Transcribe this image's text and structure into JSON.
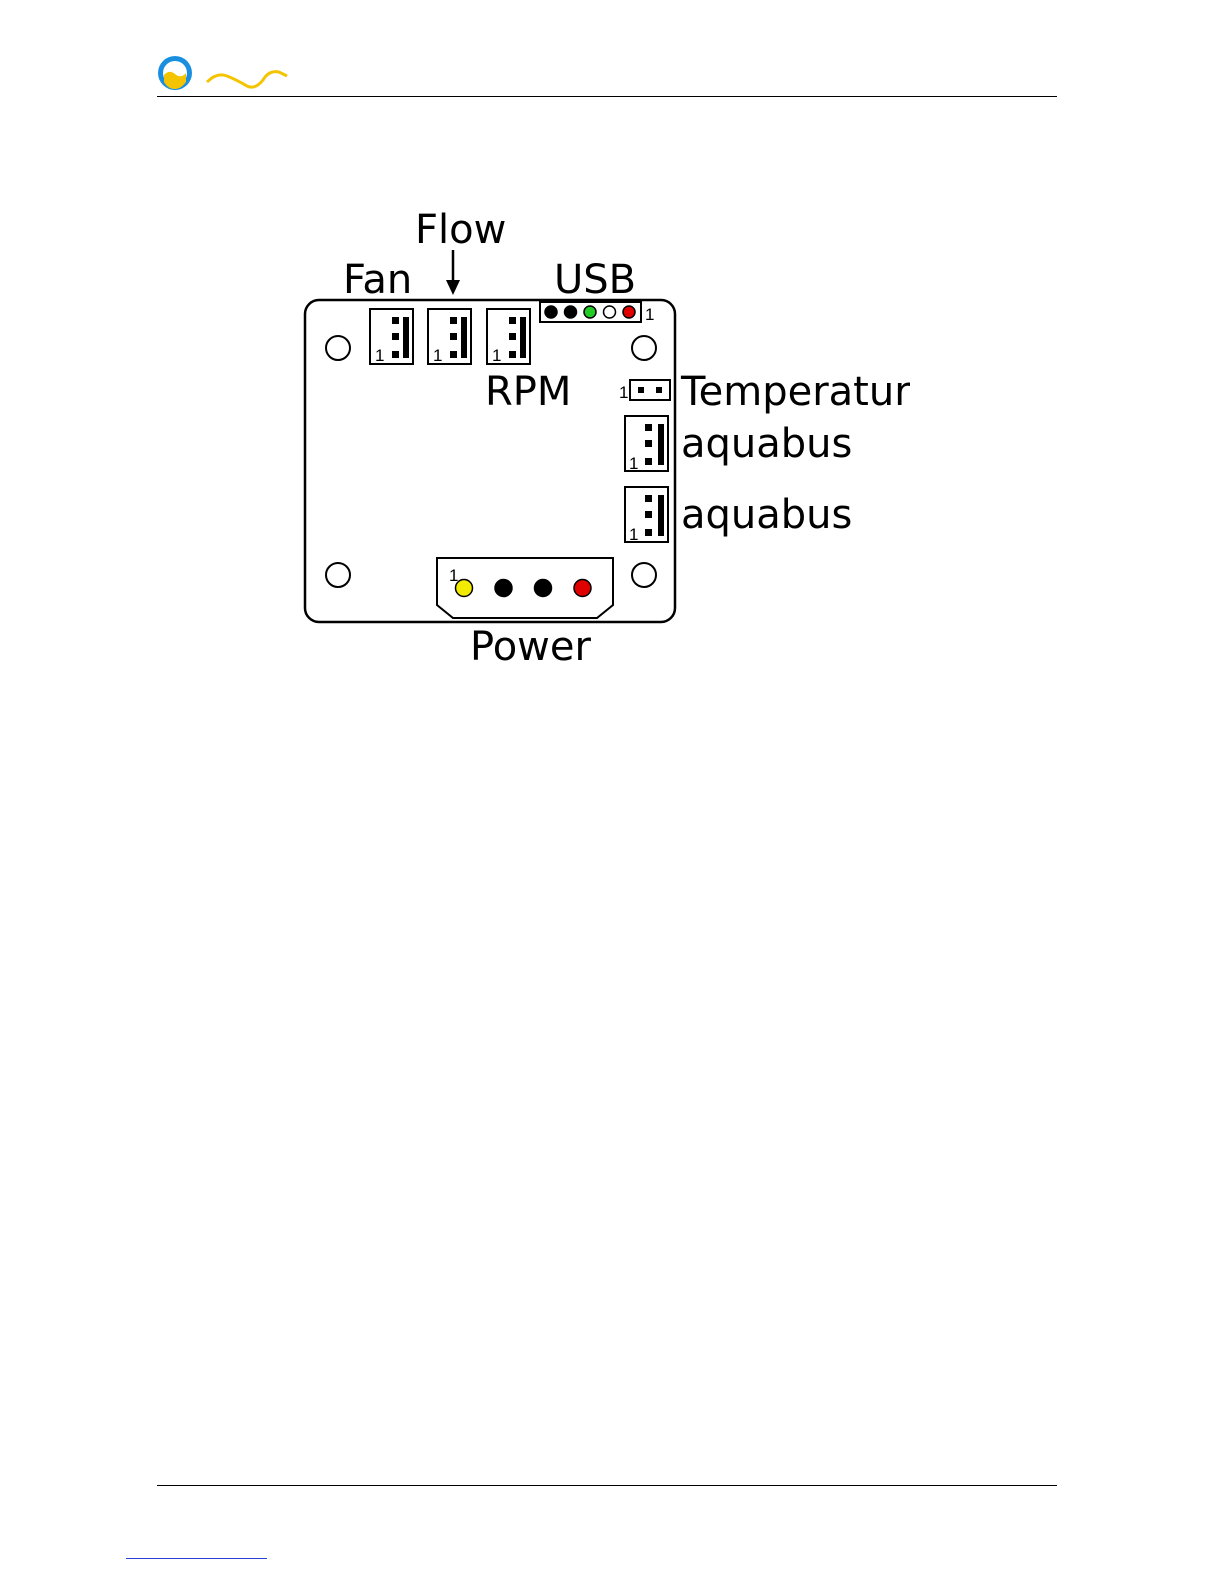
{
  "header": {
    "logo_icon": "aquacomputer-logo-icon"
  },
  "diagram": {
    "labels": {
      "flow": "Flow",
      "fan": "Fan",
      "usb": "USB",
      "rpm": "RPM",
      "temperature": "Temperature",
      "aquabus_1": "aquabus",
      "aquabus_2": "aquabus",
      "power": "Power"
    },
    "pin_marker": "1",
    "usb_pin_colors": [
      "#000000",
      "#000000",
      "#22cc22",
      "#ffffff",
      "#e00000"
    ],
    "power_pin_colors": [
      "#f2ea00",
      "#000000",
      "#000000",
      "#e00000"
    ]
  }
}
